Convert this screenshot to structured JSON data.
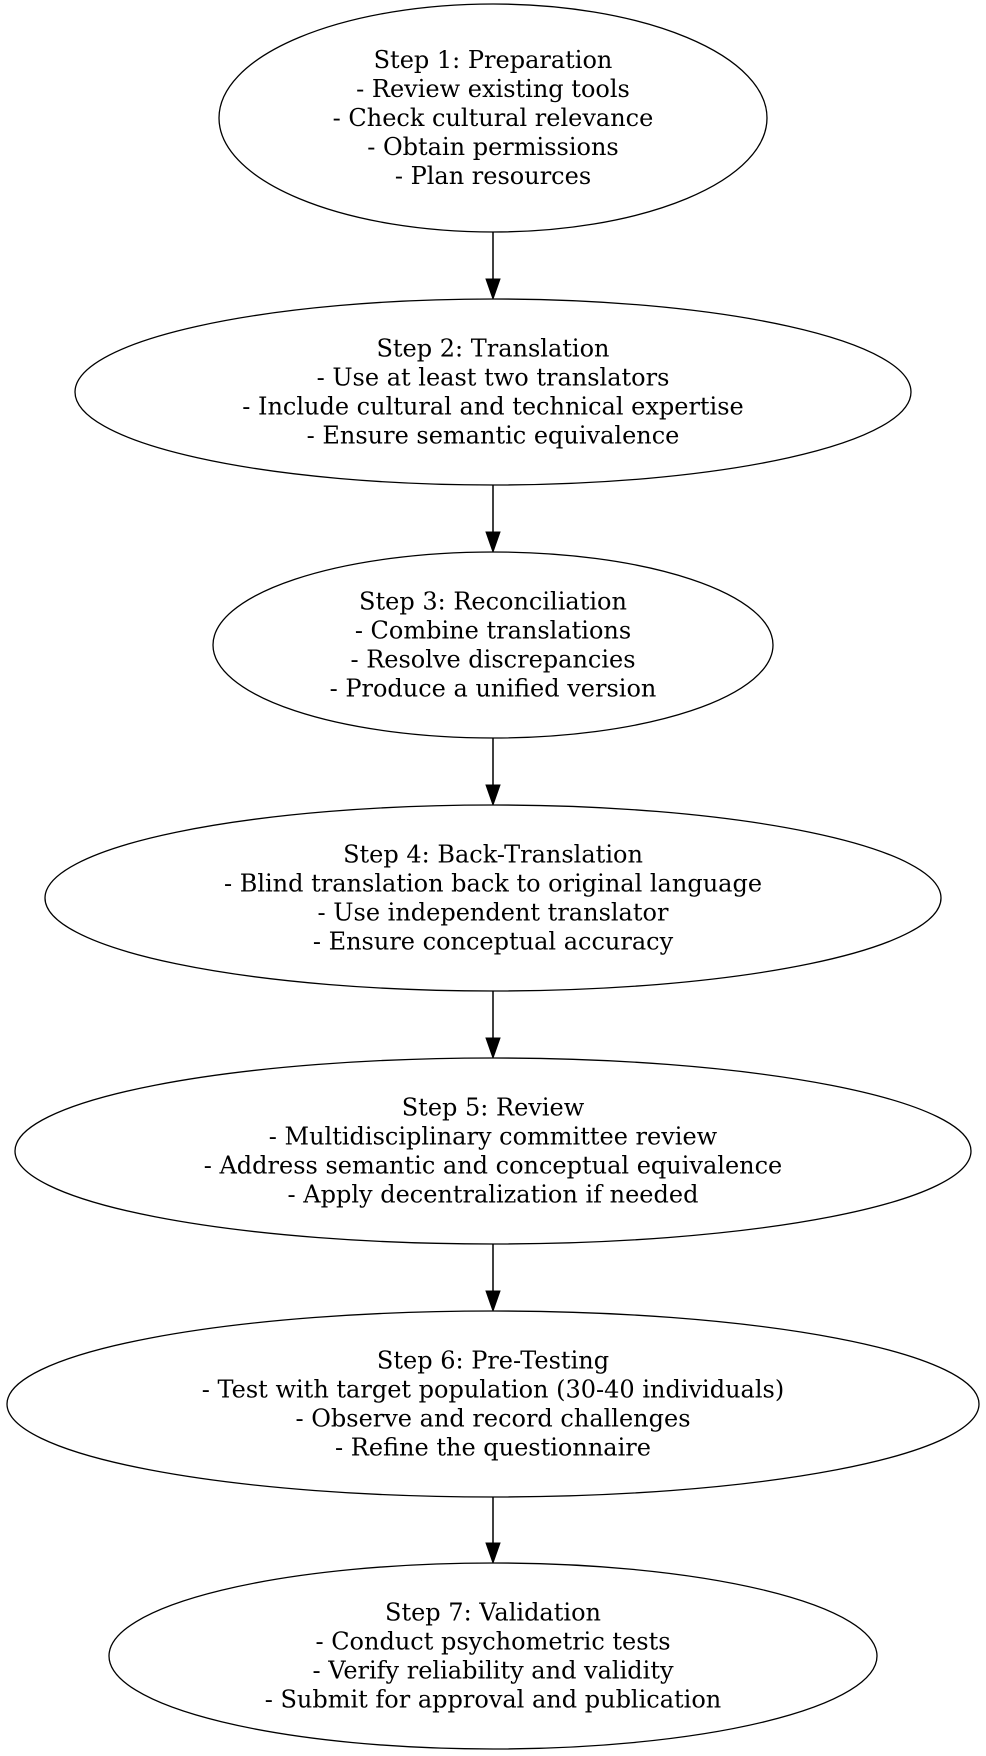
{
  "diagram": {
    "type": "flowchart",
    "direction": "top-to-bottom",
    "node_shape": "ellipse",
    "colors": {
      "stroke": "#000000",
      "fill": "#ffffff",
      "text": "#000000"
    },
    "nodes": [
      {
        "id": "step1",
        "lines": [
          "Step 1: Preparation",
          "- Review existing tools",
          "- Check cultural relevance",
          "- Obtain permissions",
          "- Plan resources"
        ]
      },
      {
        "id": "step2",
        "lines": [
          "Step 2: Translation",
          "- Use at least two translators",
          "- Include cultural and technical expertise",
          "- Ensure semantic equivalence"
        ]
      },
      {
        "id": "step3",
        "lines": [
          "Step 3: Reconciliation",
          "- Combine translations",
          "- Resolve discrepancies",
          "- Produce a unified version"
        ]
      },
      {
        "id": "step4",
        "lines": [
          "Step 4: Back-Translation",
          "- Blind translation back to original language",
          "- Use independent translator",
          "- Ensure conceptual accuracy"
        ]
      },
      {
        "id": "step5",
        "lines": [
          "Step 5: Review",
          "- Multidisciplinary committee review",
          "- Address semantic and conceptual equivalence",
          "- Apply decentralization if needed"
        ]
      },
      {
        "id": "step6",
        "lines": [
          "Step 6: Pre-Testing",
          "- Test with target population (30-40 individuals)",
          "- Observe and record challenges",
          "- Refine the questionnaire"
        ]
      },
      {
        "id": "step7",
        "lines": [
          "Step 7: Validation",
          "- Conduct psychometric tests",
          "- Verify reliability and validity",
          "- Submit for approval and publication"
        ]
      }
    ],
    "edges": [
      {
        "from": "step1",
        "to": "step2"
      },
      {
        "from": "step2",
        "to": "step3"
      },
      {
        "from": "step3",
        "to": "step4"
      },
      {
        "from": "step4",
        "to": "step5"
      },
      {
        "from": "step5",
        "to": "step6"
      },
      {
        "from": "step6",
        "to": "step7"
      }
    ]
  }
}
